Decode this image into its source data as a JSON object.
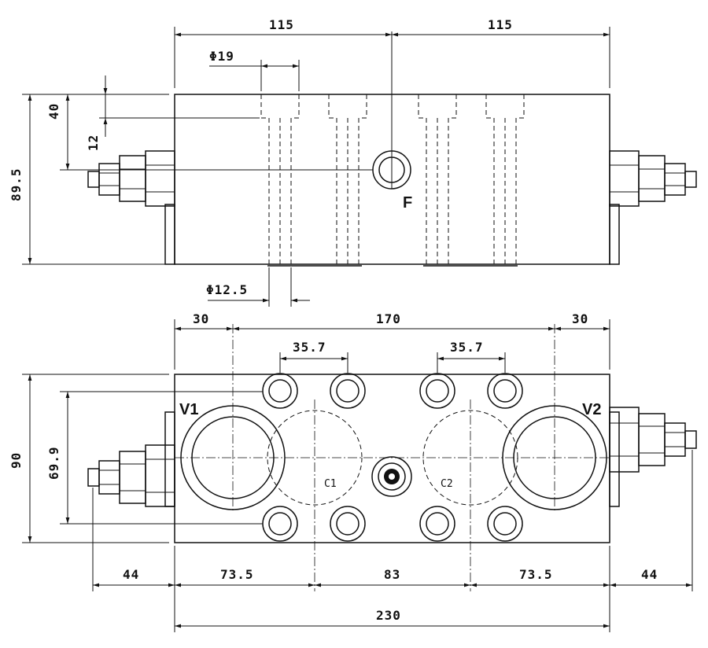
{
  "top_view": {
    "dims": {
      "left_half": "115",
      "right_half": "115",
      "bore_dia": "Φ19",
      "height_total": "89.5",
      "port_offset": "40",
      "bore_depth": "12",
      "hole_dia": "Φ12.5"
    },
    "port_label": "F"
  },
  "bottom_view": {
    "dims": {
      "left_end": "30",
      "center_span": "170",
      "right_end": "30",
      "left_bolt_pitch": "35.7",
      "right_bolt_pitch": "35.7",
      "height": "90",
      "port_spacing": "69.9",
      "left_stud": "44",
      "left_seg": "73.5",
      "mid_seg": "83",
      "right_seg": "73.5",
      "right_stud": "44",
      "overall": "230"
    },
    "labels": {
      "v1": "V1",
      "v2": "V2",
      "c1": "C1",
      "c2": "C2"
    }
  }
}
